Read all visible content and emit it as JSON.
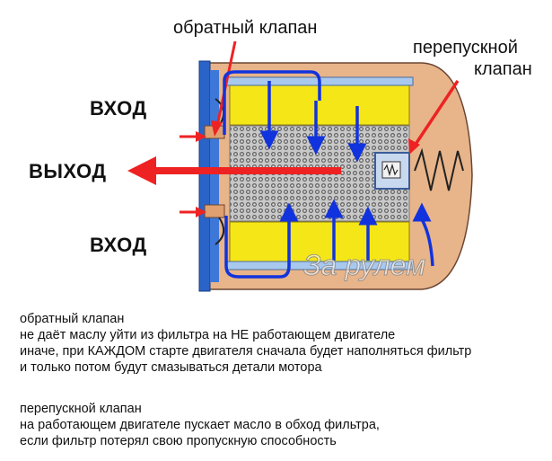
{
  "labels": {
    "check_valve_top": "обратный клапан",
    "bypass_valve_line1": "перепускной",
    "bypass_valve_line2": "клапан",
    "inlet_top": "ВХОД",
    "outlet": "ВЫХОД",
    "inlet_bottom": "ВХОД",
    "watermark": "За рулем"
  },
  "notes": {
    "check_valve": [
      "обратный клапан",
      "не даёт маслу уйти из фильтра на НЕ работающем двигателе",
      "иначе, при КАЖДОМ старте двигателя сначала будет наполняться фильтр",
      "и только потом будут смазываться детали мотора"
    ],
    "bypass_valve": [
      "перепускной клапан",
      "на работающем двигателе пускает масло в обход фильтра,",
      "если фильтр потерял свою пропускную способность"
    ]
  },
  "colors": {
    "housing": "#e8b48a",
    "housing_outline": "#6a4632",
    "filter_element": "#f5e617",
    "mesh": "#9a9a9a",
    "flange": "#2a64c8",
    "flow_arrow": "#1133dd",
    "callout_arrow": "#ee2222",
    "spring": "#222222"
  }
}
